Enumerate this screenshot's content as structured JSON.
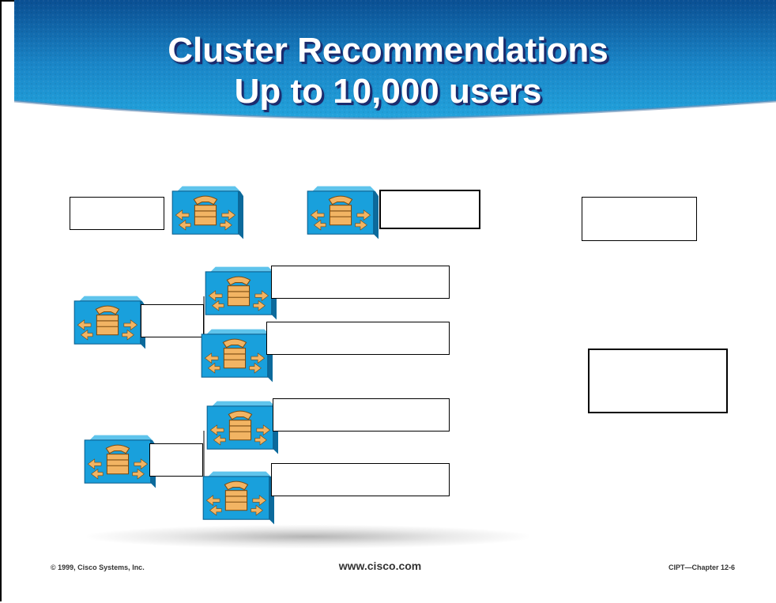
{
  "slide": {
    "title_line1": "Cluster Recommendations",
    "title_line2": "Up to 10,000 users"
  },
  "footer": {
    "copyright": "© 1999, Cisco Systems, Inc.",
    "url": "www.cisco.com",
    "chapter": "CIPT—Chapter 12-6"
  },
  "colors": {
    "banner_top": "#0b5fa8",
    "banner_bottom": "#1b9dd8",
    "node_face": "#1aa3dd",
    "node_side": "#0e6fa3",
    "node_accent": "#f2b463"
  },
  "icons": [
    "callmanager-server-icon"
  ]
}
